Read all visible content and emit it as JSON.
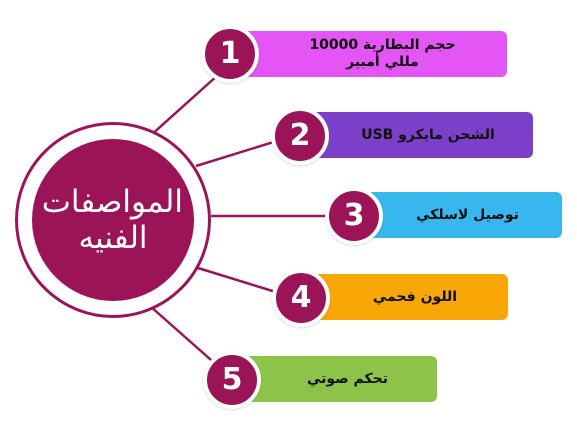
{
  "center": {
    "title_line1": "المواصفات",
    "title_line2": "الفنيه"
  },
  "colors": {
    "accent": "#9c1458"
  },
  "items": [
    {
      "number": "1",
      "line1": "حجم البطارية  10000",
      "line2": "مللي أمبير",
      "color": "#e455f5"
    },
    {
      "number": "2",
      "line1": "الشحن مايكرو USB",
      "line2": "",
      "color": "#7c3fc7"
    },
    {
      "number": "3",
      "line1": "توصيل لاسلكي",
      "line2": "",
      "color": "#38b6ee"
    },
    {
      "number": "4",
      "line1": "اللون فحمي",
      "line2": "",
      "color": "#f9a706"
    },
    {
      "number": "5",
      "line1": "تحكم صوتي",
      "line2": "",
      "color": "#8ec34a"
    }
  ]
}
